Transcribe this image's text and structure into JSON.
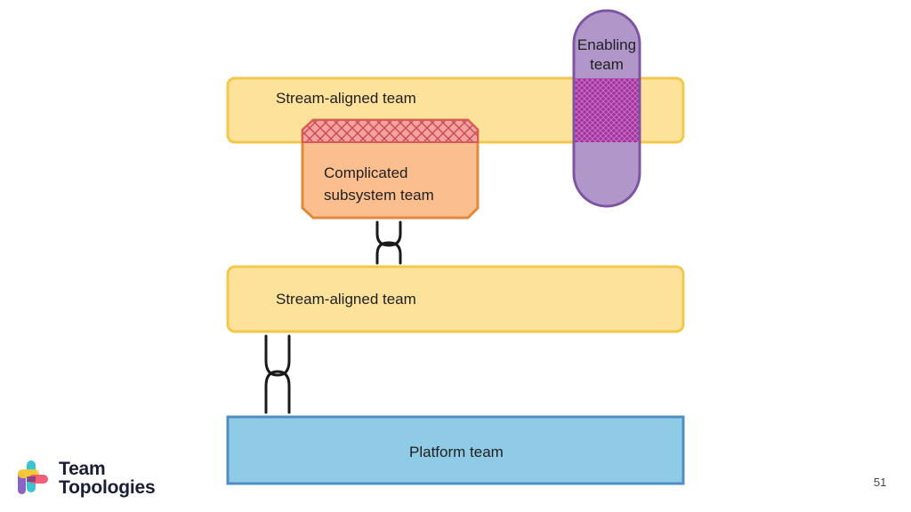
{
  "diagram": {
    "stream_aligned_top": "Stream-aligned team",
    "stream_aligned_bottom": "Stream-aligned team",
    "complicated_subsystem_line1": "Complicated",
    "complicated_subsystem_line2": "subsystem team",
    "enabling_line1": "Enabling",
    "enabling_line2": "team",
    "platform": "Platform team"
  },
  "logo": {
    "line1": "Team",
    "line2": "Topologies"
  },
  "page_number": "51",
  "colors": {
    "stream_fill": "#fde29c",
    "stream_stroke": "#f2c84b",
    "complicated_fill": "#fbbf8f",
    "complicated_stroke": "#e08a3c",
    "complicated_hatch": "#ec7a7a",
    "enabling_fill": "#b197c9",
    "enabling_stroke": "#7d54a3",
    "enabling_overlap": "#9c3fa2",
    "platform_fill": "#8fcbe7",
    "platform_stroke": "#4f8fbf"
  },
  "icons": [
    "x-as-a-service-connector-icon",
    "team-topologies-logo-icon"
  ]
}
